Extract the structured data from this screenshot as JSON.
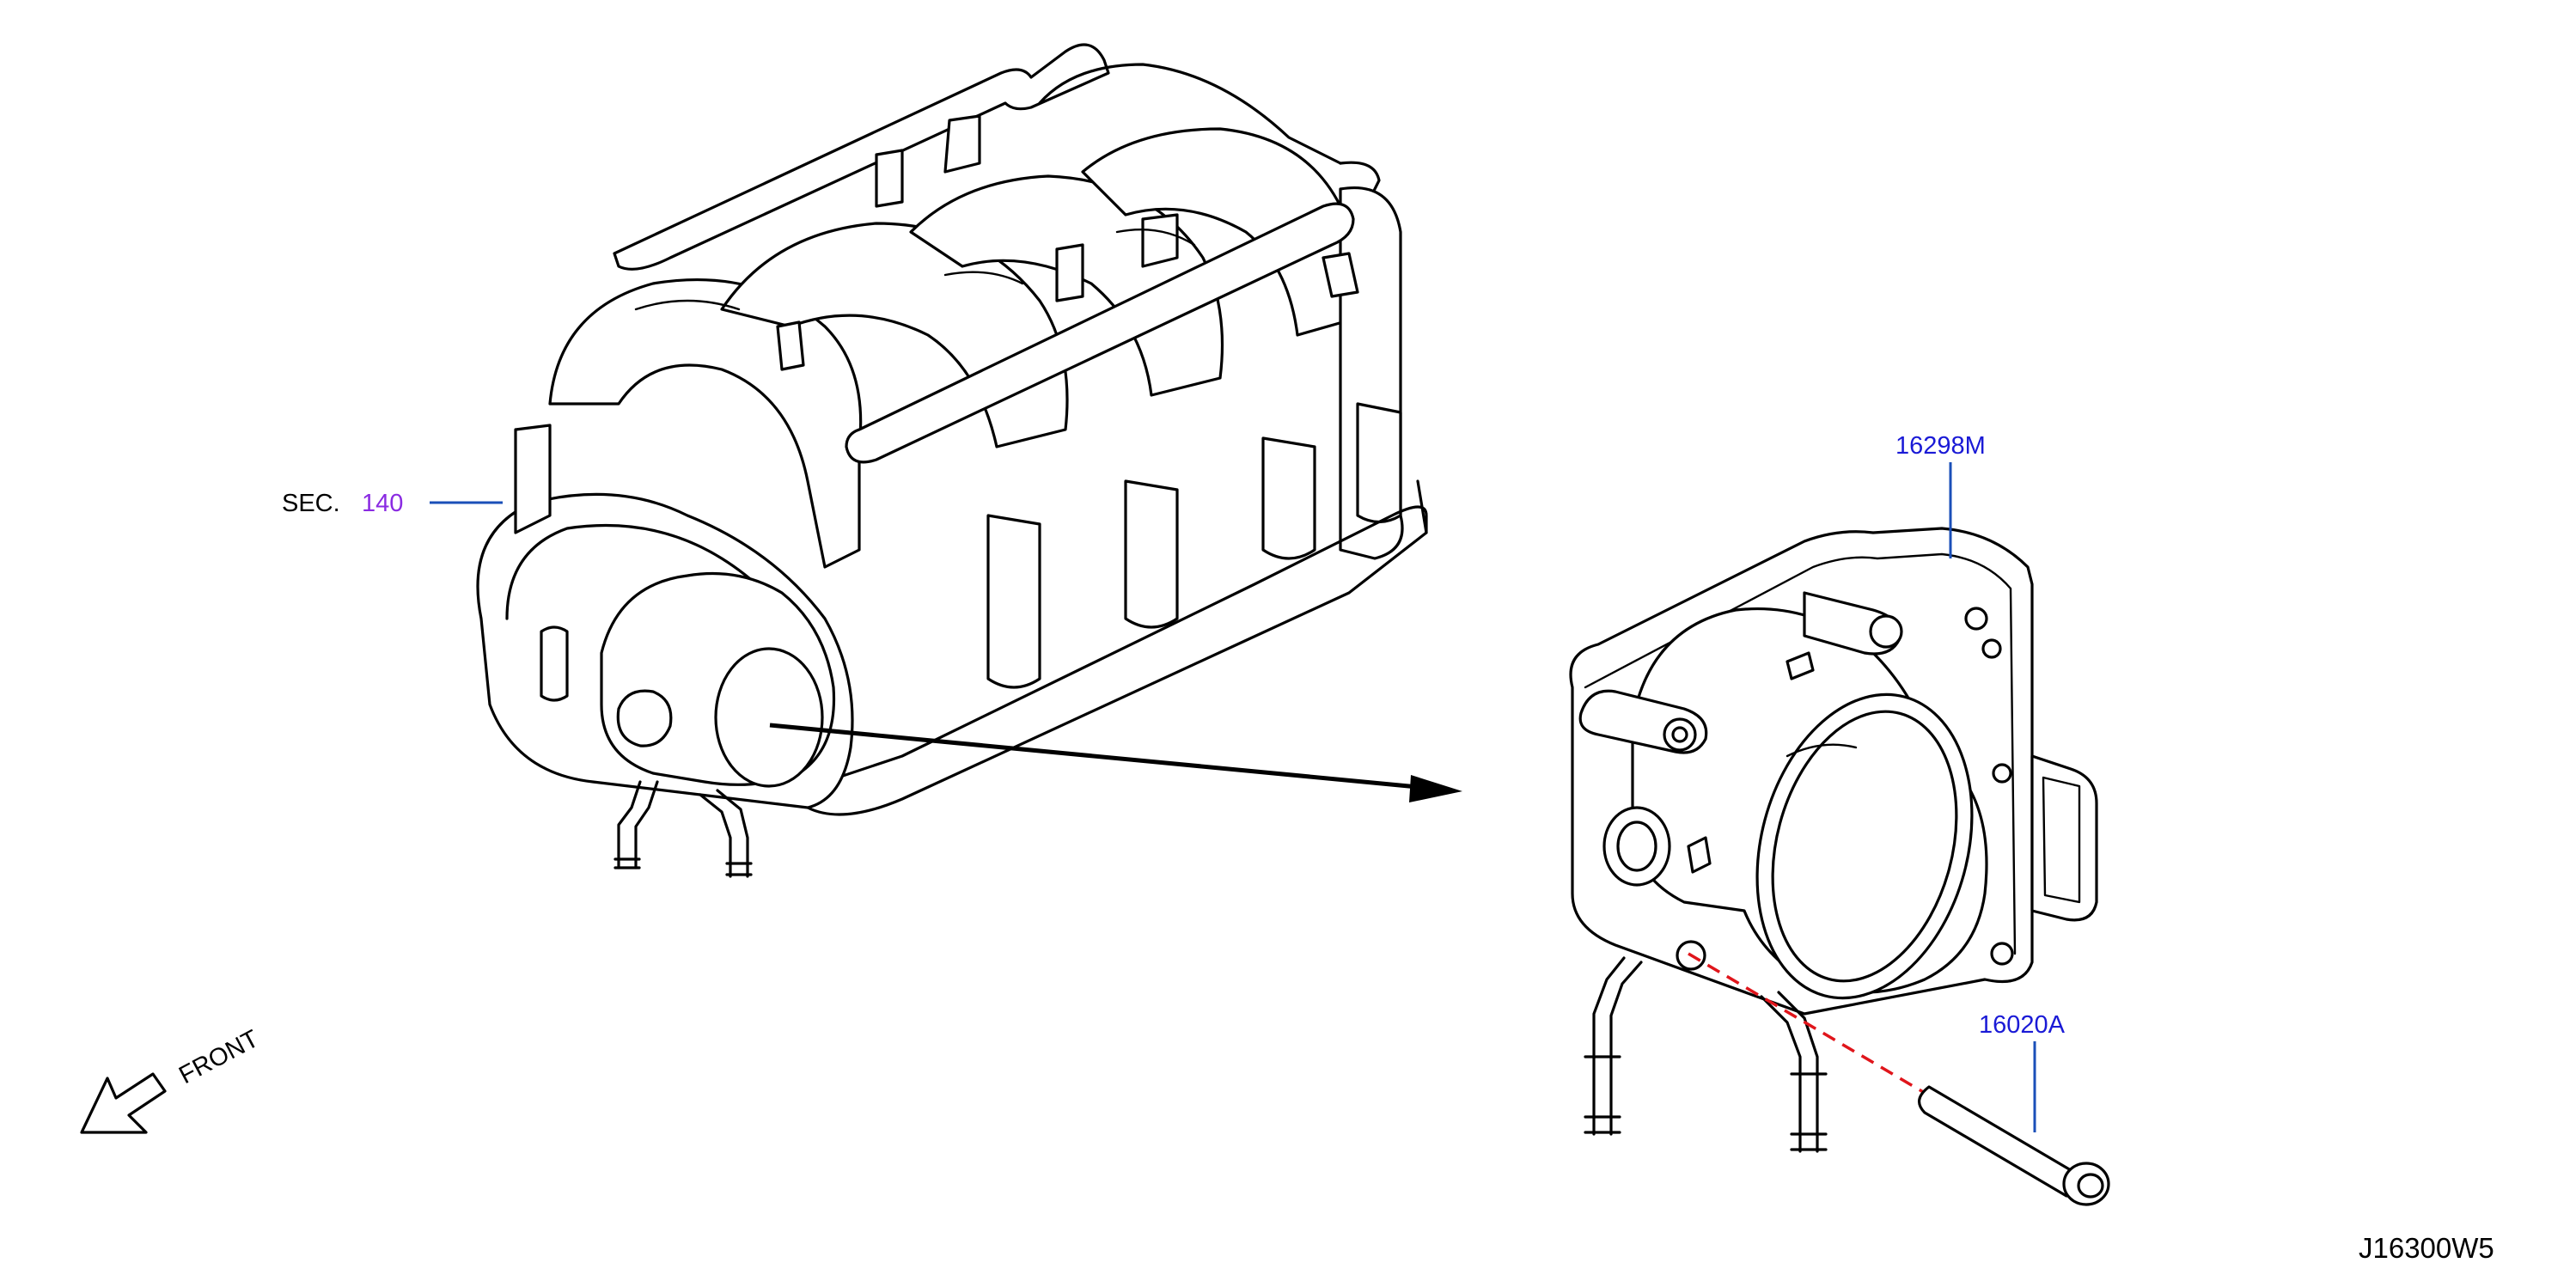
{
  "diagram": {
    "section_ref": {
      "prefix": "SEC.",
      "number": "140"
    },
    "callouts": [
      {
        "id": "throttle-body",
        "part_number": "16298M"
      },
      {
        "id": "bolt",
        "part_number": "16020A"
      }
    ],
    "orientation_label": "FRONT",
    "diagram_code": "J16300W5",
    "colors": {
      "part_number": "#1a1ad6",
      "leader_line": "#1a4fb8",
      "section_number": "#8a2be2",
      "bolt_axis_dash": "#e0151b",
      "line_art": "#000000"
    }
  }
}
